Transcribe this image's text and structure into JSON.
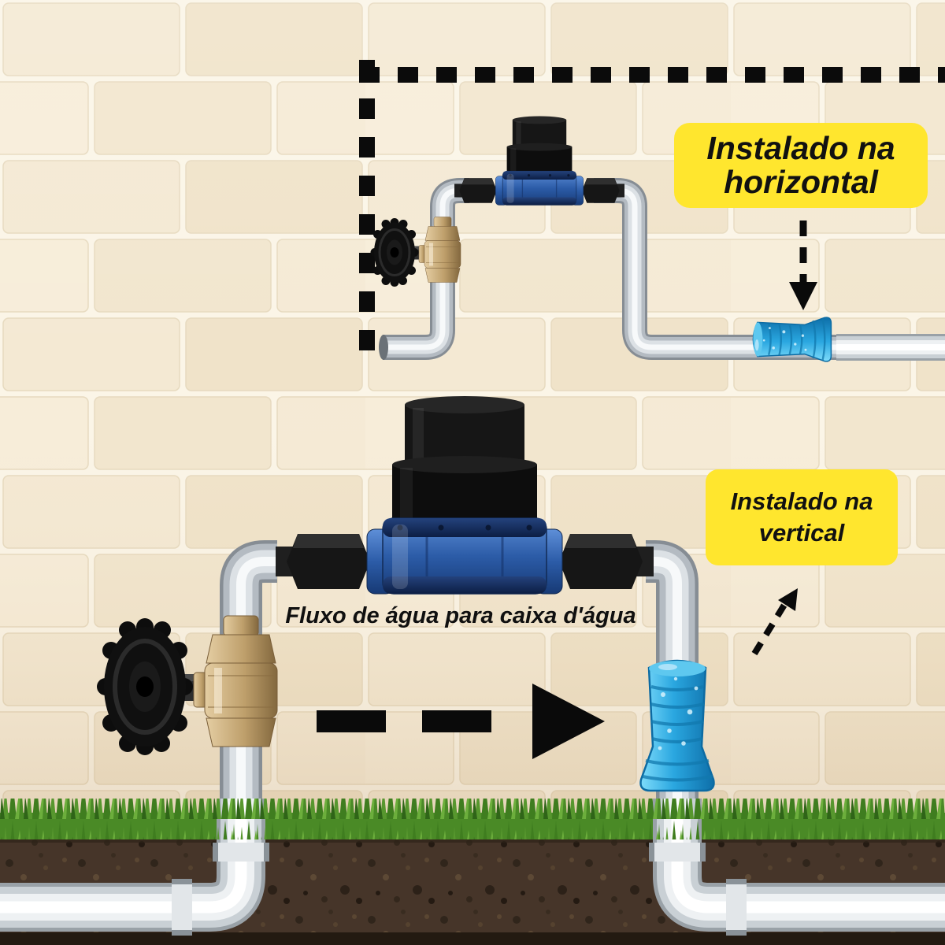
{
  "labels": {
    "horizontal": {
      "line1": "Instalado na",
      "line2": "horizontal"
    },
    "vertical": {
      "line1": "Instalado na",
      "line2": "vertical"
    }
  },
  "caption": {
    "flow": "Fluxo de água para caixa d'água"
  },
  "colors": {
    "label_bg": "#FFE62E",
    "text": "#111111",
    "wall_brick": "#F4E9D3",
    "wall_mortar": "#FBF5E7",
    "pipe_silver": "#C6CDD3",
    "pipe_white": "#F2F4F5",
    "device_black": "#111111",
    "device_blue": "#2C5CA8",
    "fitting_blue": "#2AA7E0",
    "valve_brass": "#BE9F6B",
    "grass_green": "#4A8A26",
    "soil_brown": "#463529",
    "arrow_black": "#0A0A0A"
  },
  "icons": {
    "flow_arrow": "dashed-right-arrow-icon",
    "horizontal_pointer": "dashed-down-arrow-icon",
    "vertical_pointer": "dashed-up-arrow-icon",
    "boundary": "dashed-border-corner-line"
  }
}
